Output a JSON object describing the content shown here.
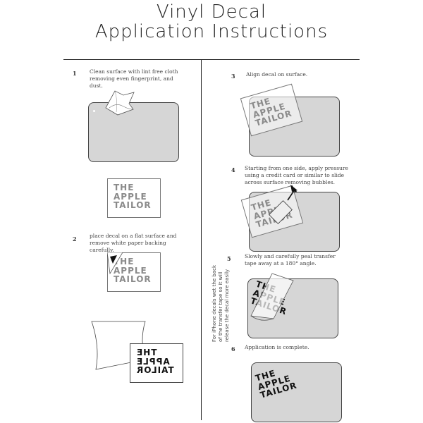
{
  "title": {
    "line1": "Vinyl Decal",
    "line2": "Application Instructions"
  },
  "brand": {
    "line1": "THE",
    "line2": "APPLE",
    "line3": "TAILOR"
  },
  "steps": [
    {
      "num": "1",
      "text": "Clean surface with lint free cloth removing even fingerprint, and dust."
    },
    {
      "num": "2",
      "text": "place decal on a flat surface and remove white paper backing carefully."
    },
    {
      "num": "3",
      "text": "Align decal on surface."
    },
    {
      "num": "4",
      "text": "Starting from one side, apply pressure using a credit card or similar  to slide across surface removing bubbles."
    },
    {
      "num": "5",
      "text": "Slowly and carefully peal transfer tape away at a 180° angle."
    },
    {
      "num": "6",
      "text": "Application is complete."
    }
  ],
  "side_note": {
    "line1": "For iPhone decals wet the back",
    "line2": "of the transfer tape so it will",
    "line3": "release the decal more easily"
  },
  "colors": {
    "card": "#d6d6d6",
    "decal_text": "#8a8a8a",
    "rule": "#222222"
  }
}
